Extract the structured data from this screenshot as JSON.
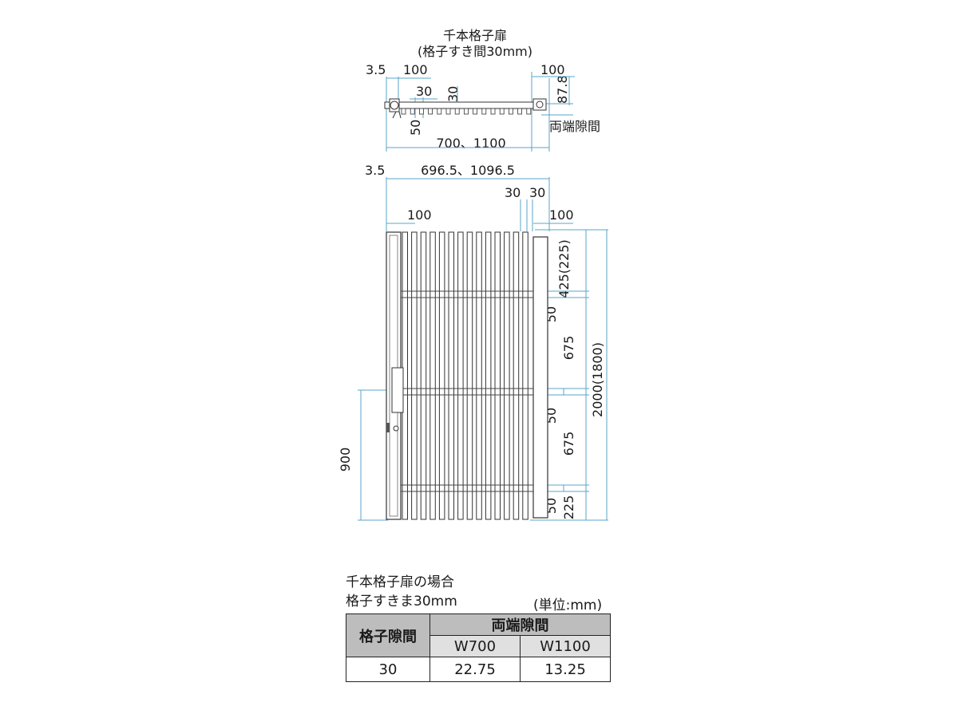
{
  "top_view": {
    "title": "千本格子扉",
    "subtitle": "(格子すき間30mm)",
    "labels": {
      "l_3_5": "3.5",
      "l_100_left": "100",
      "l_100_right": "100",
      "l_30_a": "30",
      "l_30_b": "30",
      "l_87_8": "87.8",
      "l_50": "50",
      "l_gap": "両端隙間",
      "l_width": "700、1100"
    }
  },
  "front_view": {
    "labels": {
      "l_3_5": "3.5",
      "l_width": "696.5、1096.5",
      "l_30_a": "30",
      "l_30_b": "30",
      "l_100_left": "100",
      "l_100_right": "100",
      "l_425": "425(225)",
      "l_50_1": "50",
      "l_675_1": "675",
      "l_50_2": "50",
      "l_675_2": "675",
      "l_50_3": "50",
      "l_225": "225",
      "l_total": "2000(1800)",
      "l_900": "900"
    }
  },
  "note": {
    "line1": "千本格子扉の場合",
    "line2": "格子すきま30mm",
    "unit": "(単位:mm)"
  },
  "table": {
    "row_header": "格子隙間",
    "group_header": "両端隙間",
    "col1": "W700",
    "col2": "W1100",
    "rows": [
      {
        "gap": "30",
        "w700": "22.75",
        "w1100": "13.25"
      }
    ]
  },
  "colors": {
    "dimension_line": "#5aa6c8",
    "table_header": "#bdbdbd",
    "table_subheader": "#e0e0e0"
  }
}
